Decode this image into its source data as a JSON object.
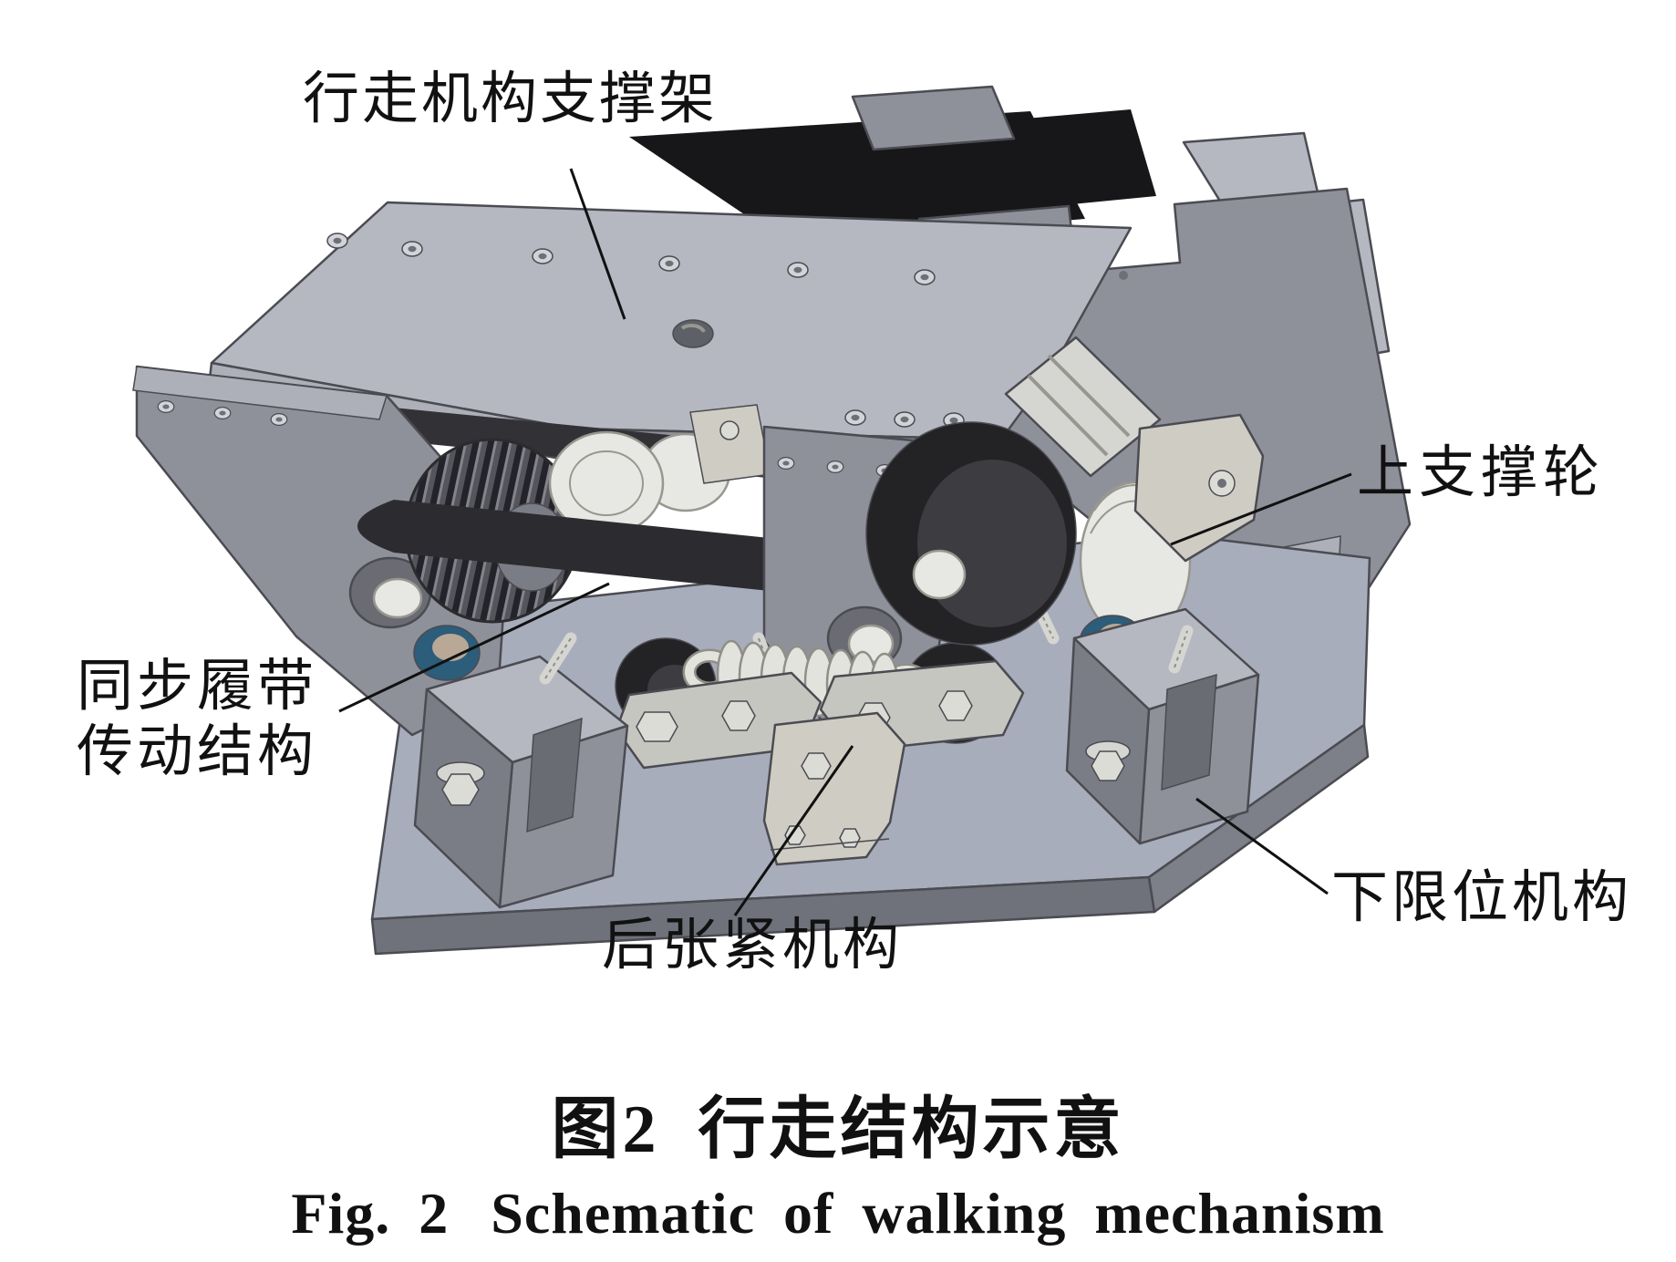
{
  "figure": {
    "labels": {
      "support_frame": "行走机构支撑架",
      "upper_support_wheel": "上支撑轮",
      "sync_belt_line1": "同步履带",
      "sync_belt_line2": "传动结构",
      "rear_tensioner": "后张紧机构",
      "lower_limit": "下限位机构"
    },
    "caption": {
      "zh_fig": "图2",
      "zh_title": "行走结构示意",
      "en_fig": "Fig.  2",
      "en_title": "Schematic of walking mechanism"
    }
  },
  "palette": {
    "background": "#ffffff",
    "text": "#111111",
    "line": "#111111",
    "edge": "#4b4b52",
    "black_part": "#17171a",
    "metal_mid": "#8f919a",
    "metal_light": "#b5b7c1",
    "metal_bevel": "#adafb9",
    "metal_dark": "#6e7078",
    "metal_dark2": "#7b7d86",
    "shadow": "#323236",
    "base": "#a8adbb",
    "base_edge": "#6f717b",
    "base_side": "#7d7f89",
    "silver": "#d5d5d1",
    "white_part": "#e7e7e3",
    "white_edge": "#97978f",
    "tire": "#232326",
    "tire_inner": "#3c3c41",
    "belt": "#2c2c30",
    "hardware": "#c6c6c0",
    "hardware_warm": "#cfcdc3",
    "hardware_light": "#dcdcd6",
    "bushing_blue": "#2c5d7a",
    "bushing_tan": "#b9a896",
    "slot": "#6a6c74",
    "hole": "#5e6067",
    "hole_ring": "#6b6c73",
    "screw": "#d2d4da",
    "spring": "#e3e3de",
    "spring_dark": "#8f8f87"
  }
}
